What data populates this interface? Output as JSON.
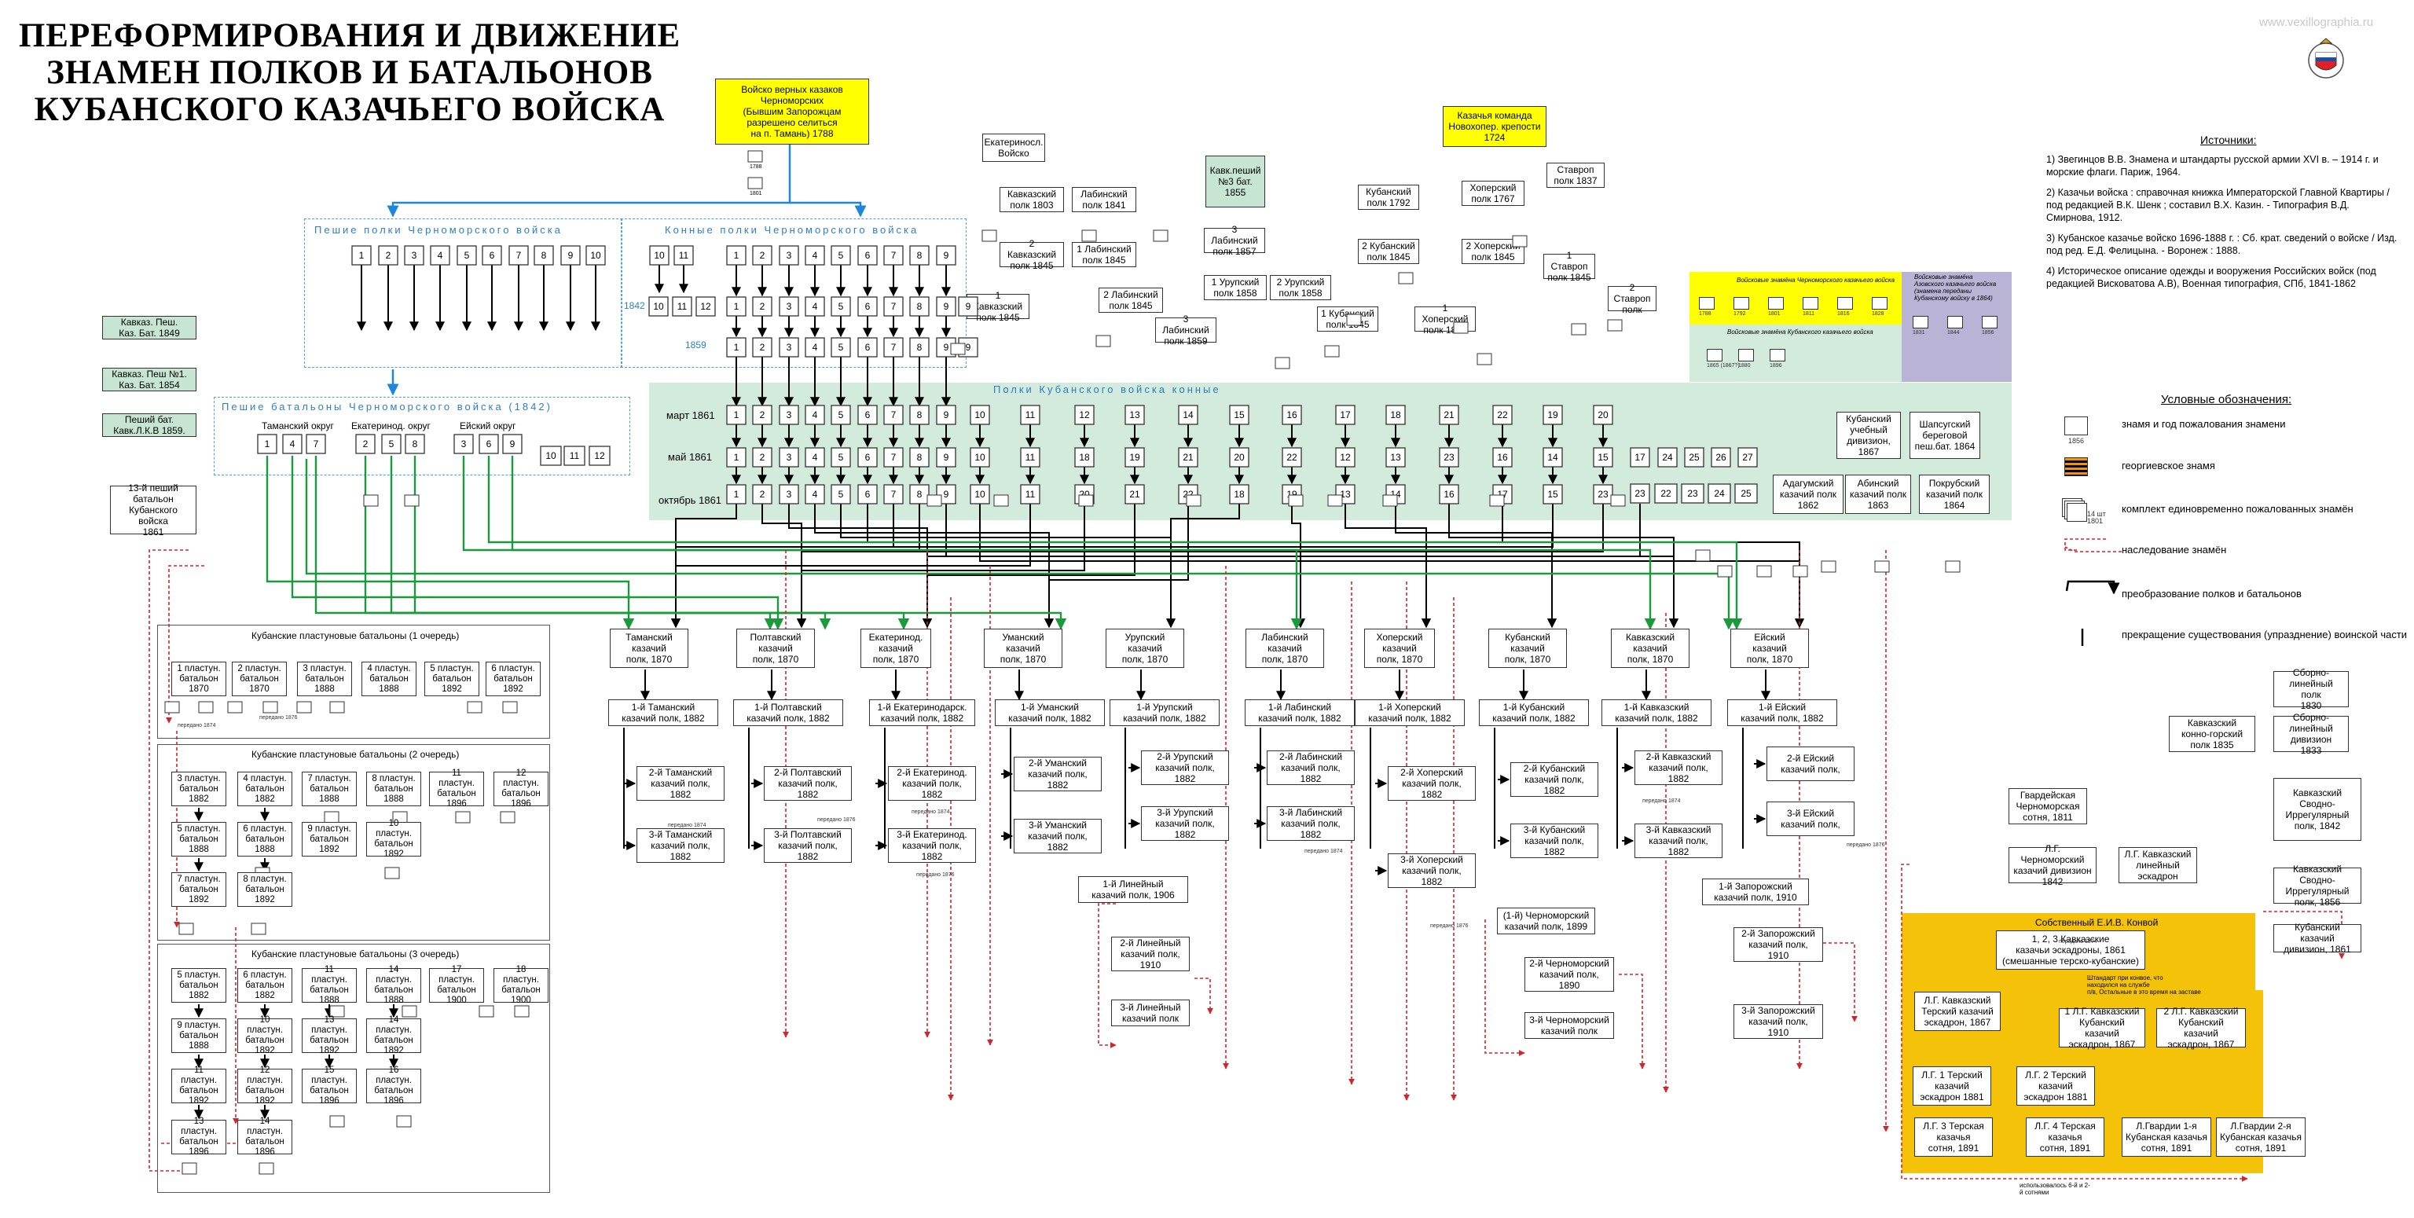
{
  "title": [
    "ПЕРЕФОРМИРОВАНИЯ И ДВИЖЕНИЕ",
    "ЗНАМЕН ПОЛКОВ И БАТАЛЬОНОВ",
    "КУБАНСКОГО КАЗАЧЬЕГО ВОЙСКА"
  ],
  "watermark": "www.vexillographia.ru",
  "logo": "logo-emblem",
  "colors": {
    "yellow": "#ffff00",
    "green_band": "#d2ebdd",
    "orange_konvoi": "#f5c20a",
    "lavender": "#b9b3d6",
    "blue_arrow": "#1e88d8",
    "green_arrow": "#1b9a3c",
    "red_dotted": "#d9232a"
  },
  "top_boxes": {
    "chernomor": "Войско верных казаков\nЧерноморских\n(Бывшим Запорожцам\nразрешено селиться\nна п. Тамань) 1788",
    "kazachya": "Казачья команда\nНовохопер. крепости\n1724"
  },
  "sections": {
    "peshie": "Пешие полки Черноморского войска",
    "konnye": "Конные полки Черноморского войска",
    "battalions": "Пешие батальоны Черноморского войска (1842)",
    "polki": "Полки Кубанского войска конные",
    "plast1": "Кубанские пластуновые батальоны (1 очередь)",
    "plast2": "Кубанские пластуновые батальоны (2 очередь)",
    "plast3": "Кубанские пластуновые батальоны (3 очередь)"
  },
  "okrugs": [
    "Таманский округ",
    "Екатеринод. округ",
    "Ейский округ"
  ],
  "years": {
    "y1842": "1842",
    "y1859": "1859"
  },
  "rows": [
    "март 1861",
    "май 1861",
    "октябрь 1861"
  ],
  "left_boxes": {
    "kavk_pesh_1849": "Кавказ. Пеш.\nКаз. Бат. 1849",
    "kavk_pesh_1854": "Кавказ. Пеш №1.\nКаз. Бат. 1854",
    "peshiy_1859": "Пеший бат.\nКавк.Л.К.В 1859.",
    "bat_13": "13-й пеший\nбатальон\nКубанского войска\n1861"
  },
  "upper_regiments": [
    {
      "label": "Екатериносл.\nВойско"
    },
    {
      "label": "Кавказский\nполк 1803"
    },
    {
      "label": "Лабинский\nполк 1841"
    },
    {
      "label": "Кавк.пеший\n№3 бат.\n1855"
    },
    {
      "label": "Кубанский\nполк 1792"
    },
    {
      "label": "Хоперский\nполк 1767"
    },
    {
      "label": "Ставроп\nполк 1837"
    },
    {
      "label": "2 Кавказский\nполк 1845"
    },
    {
      "label": "1 Лабинский\nполк 1845"
    },
    {
      "label": "2 Лабинский\nполк 1845"
    },
    {
      "label": "1 Кавказский\nполк 1845"
    },
    {
      "label": "3 Лабинский\nполк 1857"
    },
    {
      "label": "1 Урупский\nполк 1858"
    },
    {
      "label": "2 Урупский\nполк 1858"
    },
    {
      "label": "3 Лабинский\nполк 1859"
    },
    {
      "label": "2 Кубанский\nполк 1845"
    },
    {
      "label": "1 Кубанский\nполк 1845"
    },
    {
      "label": "2 Хоперский\nполк 1845"
    },
    {
      "label": "1 Хоперский\nполк 1845"
    },
    {
      "label": "1 Ставроп\nполк 1845"
    },
    {
      "label": "2 Ставроп\nполк"
    }
  ],
  "right_boxes": {
    "kub_uch": "Кубанский\nучебный\nдивизион, 1867",
    "shapsug": "Шапсугский\nбереговой\nпеш.бат. 1864",
    "adagum": "Адагумский\nказачий полк\n1862",
    "abin": "Абинский\nказачий полк\n1863",
    "pokrub": "Покрубский\nказачий полк\n1864"
  },
  "regiments_1870": [
    "Таманский\nказачий\nполк, 1870",
    "Полтавский\nказачий\nполк, 1870",
    "Екатеринод.\nказачий\nполк, 1870",
    "Уманский\nказачий\nполк, 1870",
    "Урупский\nказачий\nполк, 1870",
    "Лабинский\nказачий\nполк, 1870",
    "Хоперский\nказачий\nполк, 1870",
    "Кубанский\nказачий\nполк, 1870",
    "Кавказский\nказачий\nполк, 1870",
    "Ейский\nказачий\nполк, 1870"
  ],
  "regiments_1882": [
    "1-й Таманский\nказачий полк, 1882",
    "1-й Полтавский\nказачий полк, 1882",
    "1-й Екатеринодарск.\nказачий полк, 1882",
    "1-й Уманский\nказачий полк, 1882",
    "1-й Урупский\nказачий полк, 1882",
    "1-й Лабинский\nказачий полк, 1882",
    "1-й Хоперский\nказачий полк, 1882",
    "1-й Кубанский\nказачий полк, 1882",
    "1-й Кавказский\nказачий полк, 1882",
    "1-й Ейский\nказачий полк, 1882"
  ],
  "sub_regiments": [
    "2-й Таманский\nказачий полк,\n1882",
    "3-й Таманский\nказачий полк,\n1882",
    "2-й Полтавский\nказачий полк,\n1882",
    "3-й Полтавский\nказачий полк,\n1882",
    "2-й Екатеринод.\nказачий полк,\n1882",
    "3-й Екатеринод.\nказачий полк,\n1882",
    "2-й Уманский\nказачий полк,\n1882",
    "3-й Уманский\nказачий полк,\n1882",
    "2-й Урупский\nказачий полк,\n1882",
    "3-й Урупский\nказачий полк,\n1882",
    "2-й Лабинский\nказачий полк,\n1882",
    "3-й Лабинский\nказачий полк,\n1882",
    "2-й Хоперский\nказачий полк,\n1882",
    "3-й Хоперский\nказачий полк,\n1882",
    "2-й Кубанский\nказачий полк,\n1882",
    "3-й Кубанский\nказачий полк,\n1882",
    "2-й Кавказский\nказачий полк,\n1882",
    "3-й Кавказский\nказачий полк,\n1882",
    "2-й Ейский\nказачий полк,",
    "3-й Ейский\nказачий полк,"
  ],
  "lineyny": [
    "1-й Линейный\nказачий полк, 1906",
    "2-й Линейный\nказачий полк,\n1910",
    "3-й Линейный\nказачий полк"
  ],
  "chernomorsky": [
    "(1-й) Черноморский\nказачий полк, 1899",
    "2-й Черноморский\nказачий полк,\n1890",
    "3-й Черноморский\nказачий полк"
  ],
  "zaporozh": [
    "1-й Запорожский\nказачий полк, 1910",
    "2-й Запорожский\nказачий полк,\n1910",
    "3-й Запорожский\nказачий полк,\n1910"
  ],
  "plast": {
    "p1": [
      "1 пластун.\nбатальон\n1870",
      "2 пластун.\nбатальон\n1870",
      "3 пластун.\nбатальон\n1888",
      "4 пластун.\nбатальон\n1888",
      "5 пластун.\nбатальон\n1892",
      "6 пластун.\nбатальон\n1892"
    ],
    "p2": [
      "3 пластун.\nбатальон\n1882",
      "4 пластун.\nбатальон\n1882",
      "7 пластун.\nбатальон\n1888",
      "8 пластун.\nбатальон\n1888",
      "11 пластун.\nбатальон\n1896",
      "12 пластун.\nбатальон\n1896",
      "5 пластун.\nбатальон\n1888",
      "6 пластун.\nбатальон\n1888",
      "9 пластун.\nбатальон\n1892",
      "10 пластун.\nбатальон\n1892",
      "7 пластун.\nбатальон\n1892",
      "8 пластун.\nбатальон\n1892"
    ],
    "p3": [
      "5 пластун.\nбатальон\n1882",
      "6 пластун.\nбатальон\n1882",
      "11 пластун.\nбатальон\n1888",
      "14 пластун.\nбатальон\n1888",
      "17 пластун.\nбатальон\n1900",
      "18 пластун.\nбатальон\n1900",
      "9 пластун.\nбатальон\n1888",
      "10 пластун.\nбатальон\n1892",
      "13 пластун.\nбатальон\n1892",
      "14 пластун.\nбатальон\n1892",
      "11 пластун.\nбатальон\n1892",
      "12 пластун.\nбатальон\n1892",
      "15 пластун.\nбатальон\n1896",
      "16 пластун.\nбатальон\n1896",
      "13 пластун.\nбатальон\n1896",
      "14 пластун.\nбатальон\n1896"
    ]
  },
  "far_right": {
    "sborno_1830": "Сборно-линейный\nполк\n1830",
    "sborno_1833": "Сборно-линейный\nдивизион\n1833",
    "kavk_konno": "Кавказский\nконно-горский\nполк 1835",
    "kavk_svodno_1842": "Кавказский Сводно-\nИррегулярный\nполк, 1842",
    "kavk_svodno_1856": "Кавказский Сводно-\nИррегулярный\nполк, 1856",
    "kub_div_1861": "Кубанский казачий\nдивизион, 1861",
    "gvard": "Гвардейская\nЧерноморская\nсотня, 1811",
    "lg_chern": "Л.Г. Черноморский\nказачий дивизион\n1842",
    "lg_kavk": "Л.Г. Кавказский\nлинейный\nэскадрон"
  },
  "konvoi": {
    "title": "Собственный Е.И.В. Конвой",
    "main": "1, 2, 3 Кавказские\nказачьи эскадроны, 1861\n(смешанные терско-кубанские)",
    "lg_kavk_ter": "Л.Г. Кавказский\nТерский казачий\nэскадрон, 1867",
    "lg_1_kub": "1 Л.Г. Кавказский\nКубанский казачий\nэскадрон, 1867",
    "lg_2_kub": "2 Л.Г. Кавказский\nКубанский казачий\nэскадрон, 1867",
    "lg_1_ter": "Л.Г. 1 Терский\nказачий\nэскадрон 1881",
    "lg_2_ter": "Л.Г. 2 Терский\nказачий\nэскадрон 1881",
    "lg_3_ter": "Л.Г. 3 Терская\nказачья\nсотня, 1891",
    "lg_4_ter": "Л.Г. 4 Терская\nказачья\nсотня, 1891",
    "lg_gv1": "Л.Гвардии 1-я\nКубанская казачья\nсотня, 1891",
    "lg_gv2": "Л.Гвардии 2-я\nКубанская казачья\nсотня, 1891",
    "shtandart": "Штандарт при конвое, что\nнаходился на службе\nп/в, Остальные в это время на заставе"
  },
  "sources": {
    "heading": "Источники:",
    "items": [
      "1) Звегинцов В.В. Знамена и штандарты русской армии XVI в. – 1914 г. и морские флаги. Париж, 1964.",
      "2) Казачьи войска : справочная книжка Императорской Главной Квартиры / под редакцией В.К. Шенк ; составил В.Х. Казин. - Типография В.Д. Смирнова, 1912.",
      "3) Кубанское казачье войско 1696-1888 г. : Сб. крат. сведений о войске / Изд. под ред. Е.Д. Фелицына. - Воронеж : 1888.",
      "4) Историческое описание одежды и вооружения Российских войск (под редакцией Висковатова А.В), Военная типография, СПб, 1841-1862"
    ]
  },
  "legend": {
    "title": "Условные обозначения:",
    "items": [
      {
        "text": "знамя и год пожалования знамени",
        "icon": "flag-icon",
        "sample": "1856"
      },
      {
        "text": "георгиевское знамя",
        "icon": "st-george-flag-icon"
      },
      {
        "text": "комплект единовременно пожалованных знамён",
        "icon": "flag-set-icon",
        "sample": "14 шт\n1801"
      },
      {
        "text": "наследование знамён",
        "icon": "red-dotted-arrow-icon"
      },
      {
        "text": "преобразование полков и батальонов",
        "icon": "black-arrow-icon"
      },
      {
        "text": "прекращение существования (упразднение) воинской части",
        "icon": "termination-icon"
      }
    ]
  },
  "legend_top": {
    "yellow_note": "Войсковые знамёна Черноморского казачьего войска",
    "lav_note": "Войсковые знамёна Азовского казачьего войска (знамена переданы Кубанскому войску в 1864)",
    "green_note": "Войсковые знамёна Кубанского казачьего войска",
    "yellow_years": [
      "1788",
      "1792",
      "1801",
      "1811",
      "1816",
      "1828"
    ],
    "lav_years": [
      "1831",
      "1844",
      "1856"
    ],
    "green_years": [
      "1865 (1867?)",
      "1880",
      "1896"
    ]
  },
  "misc_labels": {
    "peredano_1874": "передано 1874",
    "peredano_1876": "передано 1876",
    "ispolz": "использовалось 6-й и 2-й сотнями"
  }
}
